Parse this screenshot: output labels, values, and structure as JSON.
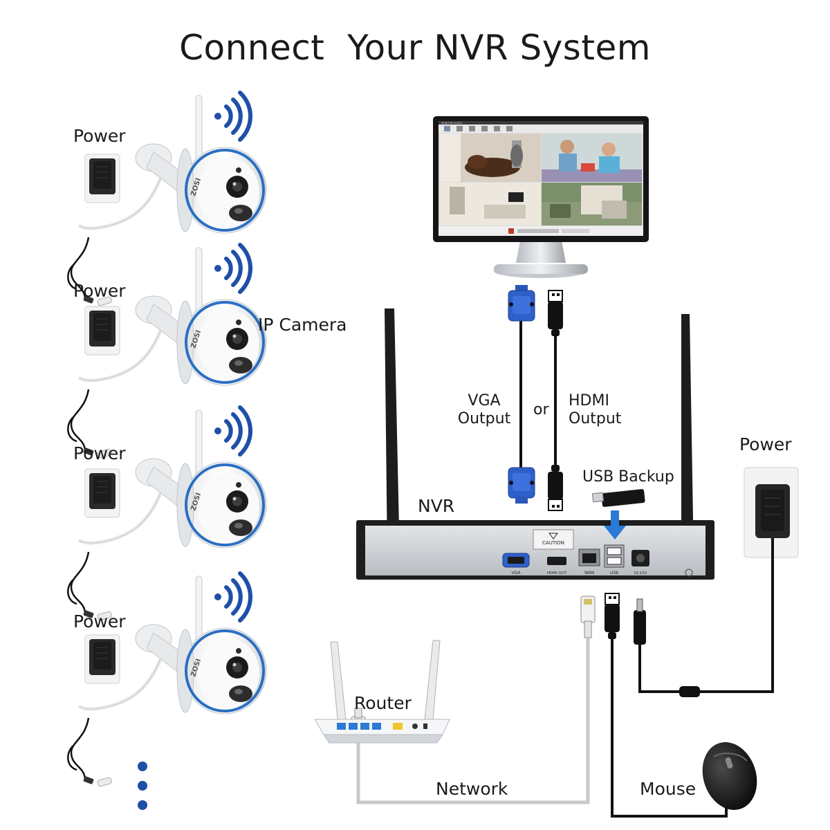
{
  "title": "Connect  Your NVR System",
  "brand": "ZOSI",
  "labels": {
    "power": "Power",
    "ip_camera": "IP Camera",
    "vga_output_1": "VGA",
    "vga_output_2": "Output",
    "or": "or",
    "hdmi_output_1": "HDMI",
    "hdmi_output_2": "Output",
    "usb_backup": "USB Backup",
    "nvr": "NVR",
    "router": "Router",
    "network": "Network",
    "mouse": "Mouse"
  },
  "nvr_ports": {
    "vga": "VGA",
    "hdmi": "HDMI OUT",
    "wan": "WAN",
    "usb": "USB",
    "dc": "DC12V",
    "caution": "CAUTION"
  },
  "monitor": {
    "app_title": "MONITOR CLIENT"
  },
  "colors": {
    "accent_blue": "#1f4fa8",
    "cable": "#111111",
    "nvr_body": "#c9ccd0"
  },
  "icons": [
    "wifi-signal-icon",
    "power-adapter-icon",
    "ip-camera-icon",
    "monitor-icon",
    "vga-connector-icon",
    "usb-connector-icon",
    "usb-stick-icon",
    "antenna-icon",
    "router-icon",
    "mouse-icon",
    "rj45-connector-icon",
    "dc-plug-icon",
    "down-arrow-icon",
    "more-dots-icon"
  ]
}
